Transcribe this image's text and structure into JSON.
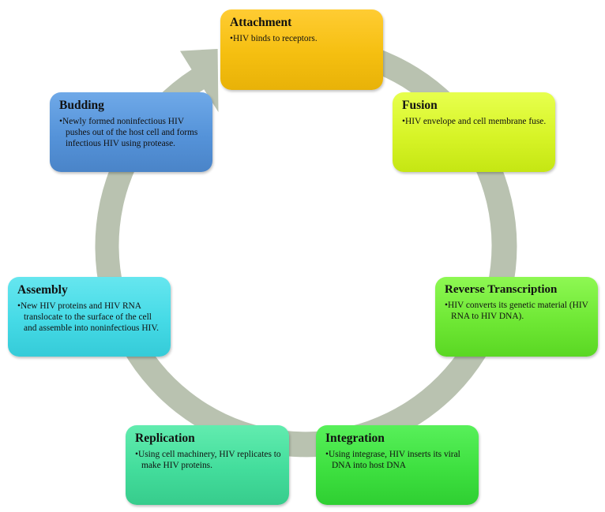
{
  "colors": {
    "ring": "#b9c2b0",
    "attachment": "#f5bf10",
    "fusion": "#d7f427",
    "reverse_transcription": "#6fe835",
    "integration": "#3ee040",
    "replication": "#43dd9c",
    "assembly": "#45dae6",
    "budding": "#5593d9"
  },
  "stages": {
    "attachment": {
      "title": "Attachment",
      "desc": "•HIV binds to receptors."
    },
    "fusion": {
      "title": "Fusion",
      "desc": "•HIV envelope and cell membrane fuse."
    },
    "reverse_transcription": {
      "title": "Reverse Transcription",
      "desc": "•HIV converts its genetic material (HIV RNA to HIV DNA)."
    },
    "integration": {
      "title": "Integration",
      "desc": "•Using integrase, HIV inserts its viral DNA into host DNA"
    },
    "replication": {
      "title": "Replication",
      "desc": "•Using cell machinery, HIV replicates to make HIV proteins."
    },
    "assembly": {
      "title": "Assembly",
      "desc": "•New HIV proteins and HIV RNA translocate to the surface of the cell and assemble into noninfectious HIV."
    },
    "budding": {
      "title": "Budding",
      "desc": "•Newly formed noninfectious HIV pushes out of the host cell and forms infectious HIV using protease."
    }
  }
}
